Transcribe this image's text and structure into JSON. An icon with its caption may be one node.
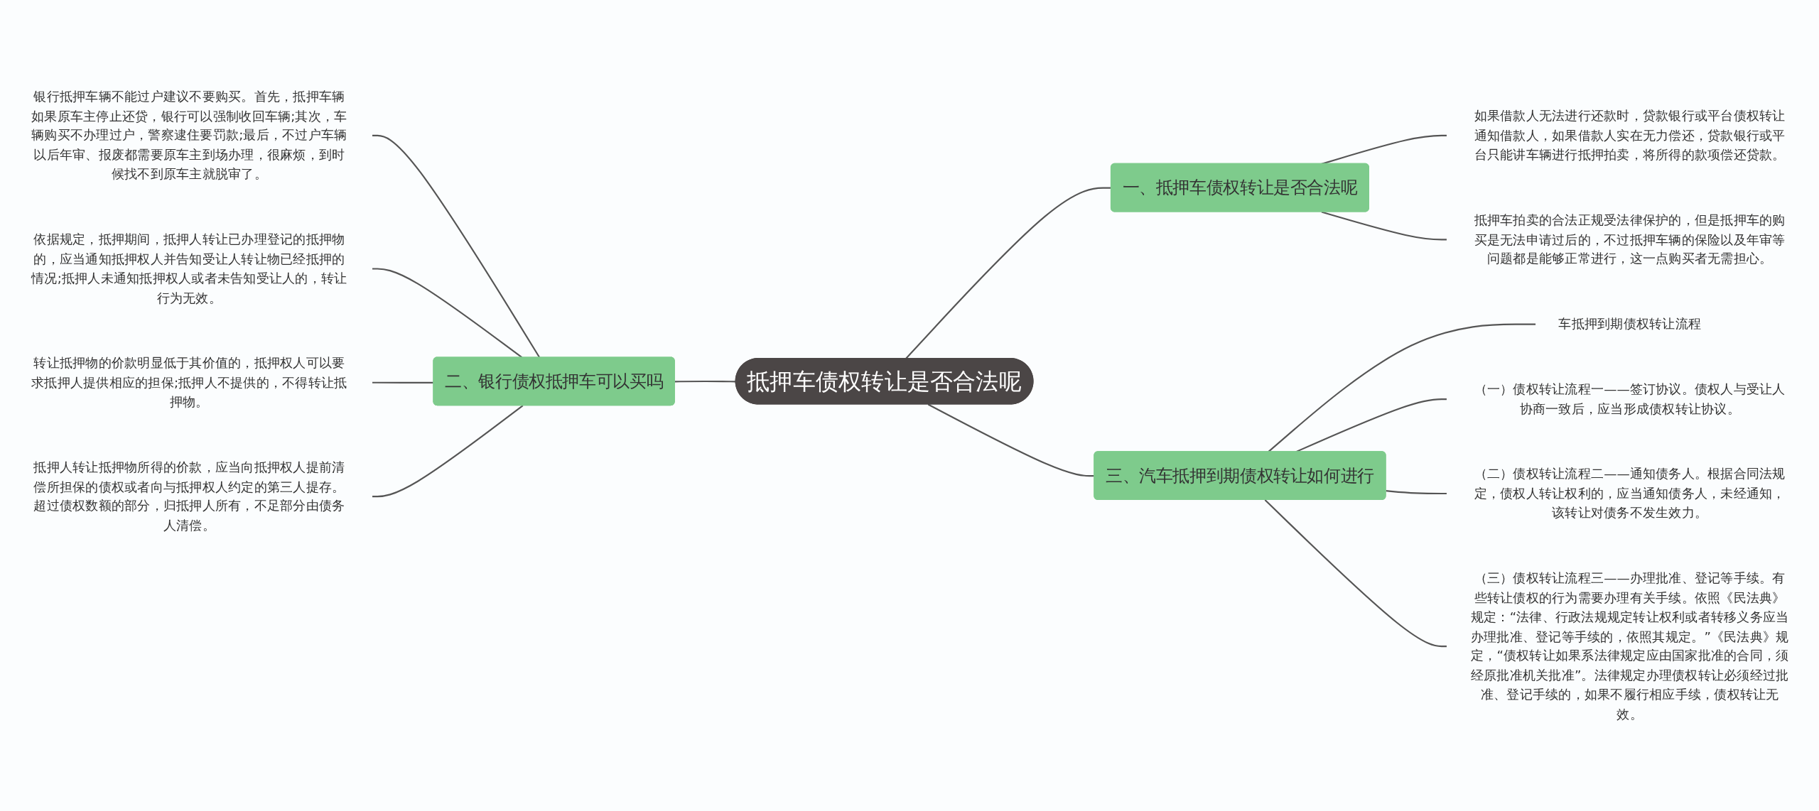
{
  "diagram": {
    "nodes": [
      {
        "text": [
          "抵押车债权转让是否合法呢"
        ]
      },
      {
        "text": [
          "一、抵押车债权转让是否合法呢"
        ]
      },
      {
        "text": [
          "如果借款人无法进行还款时，贷款银行或平台债权转让通知借款人，如果借款人实在无力偿还，贷款银行或平台只能讲车辆进行抵押拍卖，将所得的款项偿还贷款。"
        ]
      },
      {
        "text": [
          "抵押车拍卖的合法正规受法律保护的，但是抵押车的购买是无法申请过后的，不过抵押车辆的保险以及年审等问题都是能够正常进行，这一点购买者无需担心。"
        ]
      },
      {
        "text": [
          "二、银行债权抵押车可以买吗"
        ]
      },
      {
        "text": [
          "银行抵押车辆不能过户建议不要购买。首先，抵押车辆如果原车主停止还贷，银行可以强制收回车辆;其次，车辆购买不办理过户，警察逮住要罚款;最后，不过户车辆以后年审、报废都需要原车主到场办理，很麻烦，到时候找不到原车主就脱审了。"
        ]
      },
      {
        "text": [
          "依据规定，抵押期间，抵押人转让已办理登记的抵押物的，应当通知抵押权人并告知受让人转让物已经抵押的情况;抵押人未通知抵押权人或者未告知受让人的，转让行为无效。"
        ]
      },
      {
        "text": [
          "转让抵押物的价款明显低于其价值的，抵押权人可以要求抵押人提供相应的担保;抵押人不提供的，不得转让抵押物。"
        ]
      },
      {
        "text": [
          "抵押人转让抵押物所得的价款，应当向抵押权人提前清偿所担保的债权或者向与抵押权人约定的第三人提存。超过债权数额的部分，归抵押人所有，不足部分由债务人清偿。"
        ]
      },
      {
        "text": [
          "三、汽车抵押到期债权转让如何进行"
        ]
      },
      {
        "text": [
          "车抵押到期债权转让流程"
        ]
      },
      {
        "text": [
          "（一）债权转让流程一——签订协议。债权人与受让人协商一致后，应当形成债权转让协议。"
        ]
      },
      {
        "text": [
          "（二）债权转让流程二——通知债务人。根据合同法规定，债权人转让权利的，应当通知债务人，未经通知，该转让对债务不发生效力。"
        ]
      },
      {
        "text": [
          "（三）债权转让流程三——办理批准、登记等手续。有些转让债权的行为需要办理有关手续。依照《民法典》规定：“法律、行政法规规定转让权利或者转移义务应当办理批准、登记等手续的，依照其规定。”《民法典》规定，“债权转让如果系法律规定应由国家批准的合同，须经原批准机关批准”。法律规定办理债权转让必须经过批准、登记手续的，如果不履行相应手续，债权转让无效。"
        ]
      }
    ],
    "edges": [
      {
        "from": 0,
        "to": 1,
        "arrow": "none"
      },
      {
        "from": 1,
        "to": 2,
        "arrow": "none"
      },
      {
        "from": 1,
        "to": 3,
        "arrow": "none"
      },
      {
        "from": 0,
        "to": 4,
        "arrow": "none"
      },
      {
        "from": 4,
        "to": 5,
        "arrow": "none"
      },
      {
        "from": 4,
        "to": 6,
        "arrow": "none"
      },
      {
        "from": 4,
        "to": 7,
        "arrow": "none"
      },
      {
        "from": 4,
        "to": 8,
        "arrow": "none"
      },
      {
        "from": 0,
        "to": 9,
        "arrow": "none"
      },
      {
        "from": 9,
        "to": 10,
        "arrow": "none"
      },
      {
        "from": 9,
        "to": 11,
        "arrow": "none"
      },
      {
        "from": 9,
        "to": 12,
        "arrow": "none"
      },
      {
        "from": 9,
        "to": 13,
        "arrow": "none"
      }
    ]
  }
}
